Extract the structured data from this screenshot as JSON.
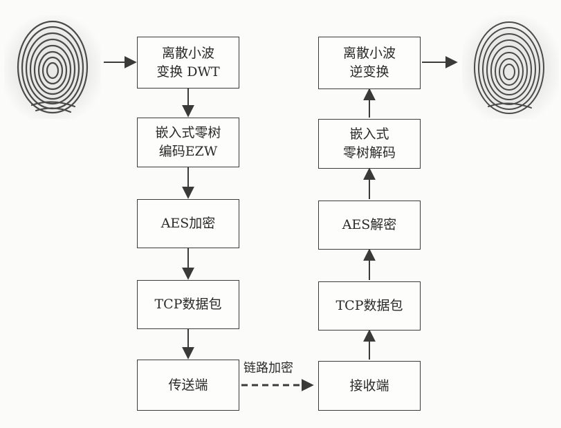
{
  "encoder": {
    "dwt": [
      "离散小波",
      "变换 DWT"
    ],
    "ezw": [
      "嵌入式零树",
      "编码EZW"
    ],
    "aes": "AES加密",
    "tcp": "TCP数据包",
    "sender": "传送端"
  },
  "decoder": {
    "idwt": [
      "离散小波",
      "逆变换"
    ],
    "ezw": [
      "嵌入式",
      "零树解码"
    ],
    "aes": "AES解密",
    "tcp": "TCP数据包",
    "receiver": "接收端"
  },
  "link_label": "链路加密",
  "colors": {
    "line": "#3a3a3a",
    "fingerprint": "#4a4a4a",
    "background": "#fbfbf9"
  },
  "icons": {
    "input": "fingerprint-icon",
    "output": "fingerprint-icon"
  }
}
